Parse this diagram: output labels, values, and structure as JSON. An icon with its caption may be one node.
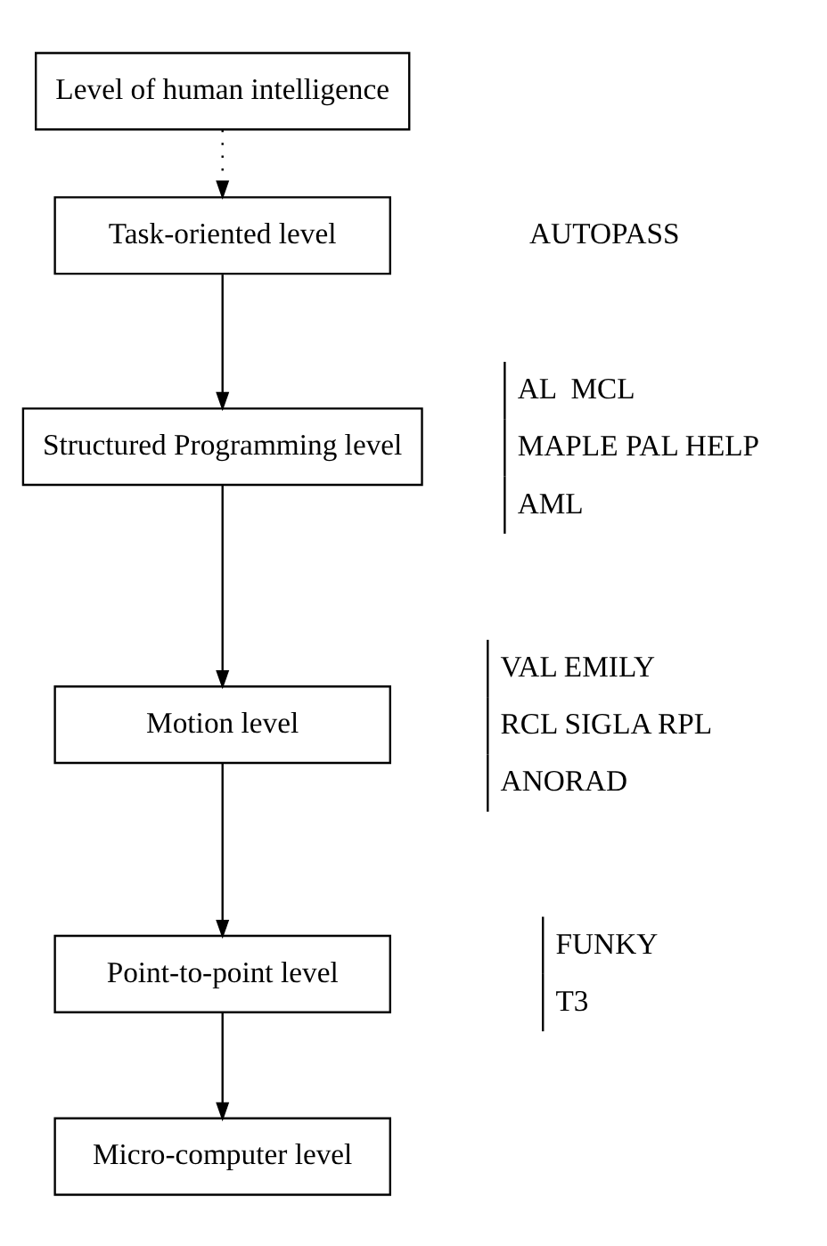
{
  "diagram": {
    "nodes": [
      {
        "text": [
          "Level of human intelligence"
        ]
      },
      {
        "text": [
          "Task-oriented level"
        ]
      },
      {
        "text": [
          "Structured Programming level"
        ],
        "beside": [
          "AL  MCL",
          "MAPLE PAL HELP",
          "AML"
        ]
      },
      {
        "text": [
          "Motion level"
        ],
        "beside": [
          "VAL EMILY",
          "RCL SIGLA RPL",
          "ANORAD"
        ]
      },
      {
        "text": [
          "Point-to-point level"
        ],
        "beside": [
          "FUNKY",
          "T3"
        ]
      },
      {
        "text": [
          "Micro-computer level"
        ]
      }
    ],
    "edges": [
      {
        "from": 0,
        "to": 1,
        "arrow": "to",
        "style": "dashed"
      },
      {
        "from": 1,
        "to": 2,
        "arrow": "to"
      },
      {
        "from": 2,
        "to": 3,
        "arrow": "to"
      },
      {
        "from": 3,
        "to": 4,
        "arrow": "to"
      },
      {
        "from": 4,
        "to": 5,
        "arrow": "to"
      }
    ],
    "labels": [
      "AUTOPASS"
    ]
  }
}
